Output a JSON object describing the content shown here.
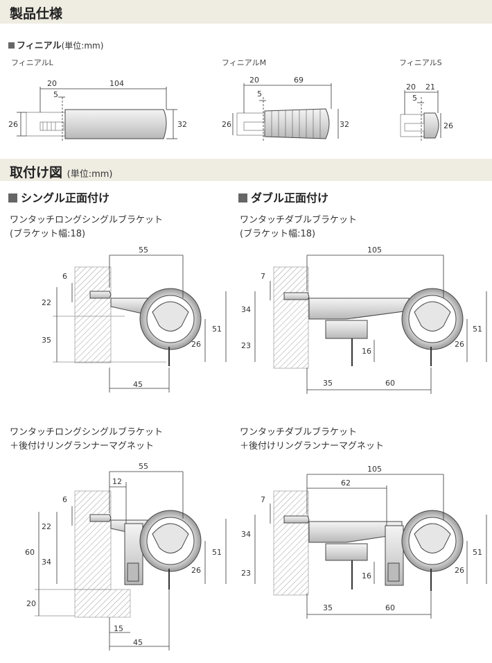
{
  "header": {
    "title": "製品仕様"
  },
  "finial": {
    "heading": "フィニアル",
    "unit": "(単位:mm)",
    "L": {
      "name": "フィニアルL",
      "d1": "20",
      "d2": "104",
      "d3": "5",
      "h_left": "26",
      "h_right": "32"
    },
    "M": {
      "name": "フィニアルM",
      "d1": "20",
      "d2": "69",
      "d3": "5",
      "h_left": "26",
      "h_right": "32"
    },
    "S": {
      "name": "フィニアルS",
      "d1": "20",
      "d2": "21",
      "d3": "5",
      "h_right": "26"
    }
  },
  "mount": {
    "title": "取付け図",
    "unit": "(単位:mm)"
  },
  "single": {
    "heading": "シングル正面付け"
  },
  "double": {
    "heading": "ダブル正面付け"
  },
  "d1": {
    "caption1": "ワンタッチロングシングルブラケット",
    "caption2": "(ブラケット幅:18)",
    "top": "55",
    "a": "6",
    "b": "22",
    "c": "35",
    "r1": "51",
    "r2": "26",
    "bottom": "45"
  },
  "d2": {
    "caption1": "ワンタッチダブルブラケット",
    "caption2": "(ブラケット幅:18)",
    "top": "105",
    "a": "7",
    "b": "34",
    "c": "23",
    "m": "16",
    "r1": "51",
    "r2": "26",
    "b1": "35",
    "b2": "60"
  },
  "d3": {
    "caption1": "ワンタッチロングシングルブラケット",
    "caption2": "＋後付けリングランナーマグネット",
    "top": "55",
    "t2": "12",
    "a": "6",
    "b": "22",
    "c": "34",
    "h": "60",
    "f": "20",
    "r1": "51",
    "r2": "26",
    "s": "15",
    "bottom": "45"
  },
  "d4": {
    "caption1": "ワンタッチダブルブラケット",
    "caption2": "＋後付けリングランナーマグネット",
    "top": "105",
    "t2": "62",
    "a": "7",
    "b": "34",
    "c": "23",
    "m": "16",
    "r1": "51",
    "r2": "26",
    "b1": "35",
    "b2": "60"
  }
}
